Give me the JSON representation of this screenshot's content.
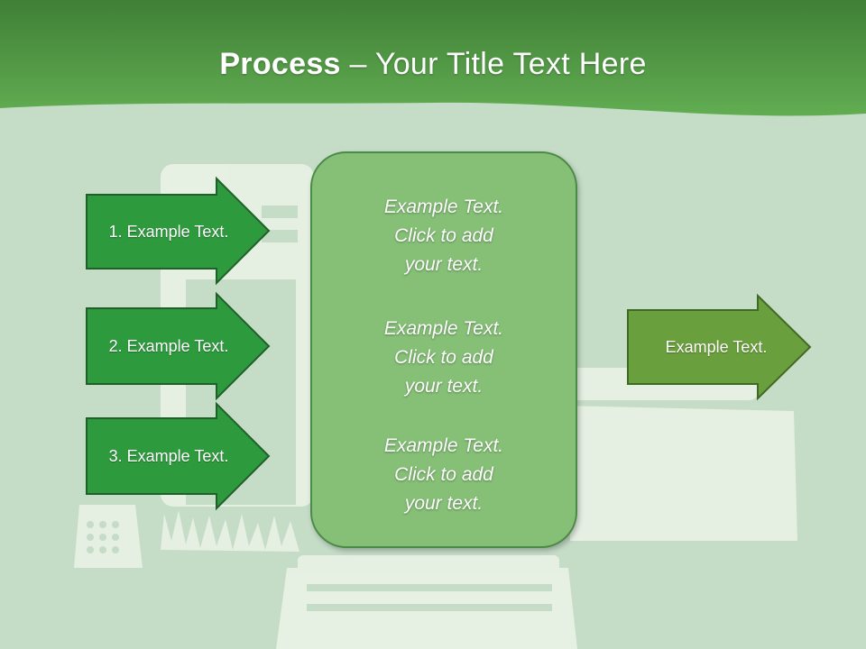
{
  "title": {
    "bold": "Process",
    "rest": " – Your Title Text Here"
  },
  "left_arrows": [
    {
      "label": "1. Example Text."
    },
    {
      "label": "2. Example Text."
    },
    {
      "label": "3. Example Text."
    }
  ],
  "center_box": {
    "blocks": [
      {
        "line1": "Example Text.",
        "line2": "Click  to add",
        "line3": "your text."
      },
      {
        "line1": "Example Text.",
        "line2": "Click  to add",
        "line3": "your text."
      },
      {
        "line1": "Example Text.",
        "line2": "Click  to add",
        "line3": "your text."
      }
    ]
  },
  "right_arrow": {
    "label": "Example Text."
  },
  "colors": {
    "background": "#c5dcc7",
    "header_green": "#5aa24d",
    "left_arrow_fill": "#2e9a3e",
    "center_box_fill": "#86c077",
    "right_arrow_fill": "#6a9f3d"
  }
}
